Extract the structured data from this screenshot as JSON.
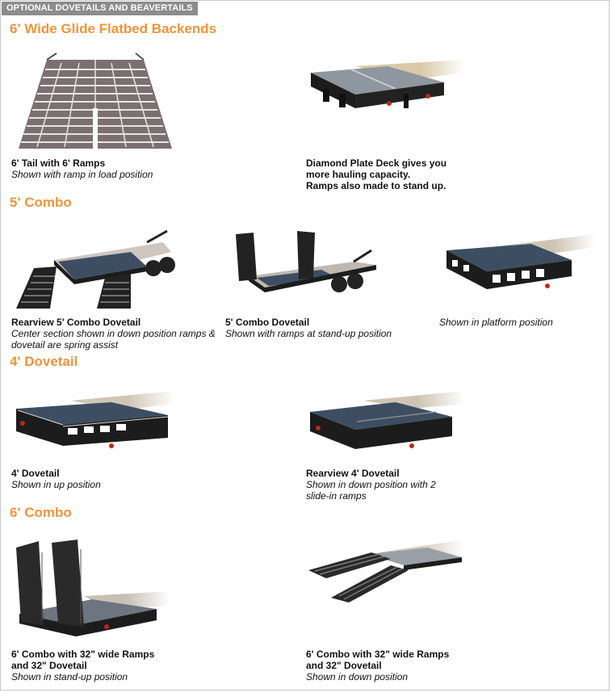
{
  "header": {
    "title": "OPTIONAL DOVETAILS AND BEAVERTAILS"
  },
  "sections": [
    {
      "title": "6' Wide Glide Flatbed Backends"
    },
    {
      "title": "5' Combo"
    },
    {
      "title": "4' Dovetail"
    },
    {
      "title": "6' Combo"
    }
  ],
  "items": {
    "tail_ramps": {
      "title": "6' Tail with 6' Ramps",
      "desc": "Shown with ramp in load position"
    },
    "diamond_plate": {
      "line1": "Diamond Plate Deck gives you",
      "line2": "more hauling capacity.",
      "line3": "Ramps also made to stand up."
    },
    "rearview5": {
      "title": "Rearview 5' Combo Dovetail",
      "desc1": "Center section shown in down position ramps &",
      "desc2": "dovetail are spring assist"
    },
    "combo5": {
      "title": "5' Combo Dovetail",
      "desc": "Shown with ramps at stand-up position"
    },
    "platform5": {
      "desc": "Shown in platform position"
    },
    "dovetail4": {
      "title": "4' Dovetail",
      "desc": "Shown in up position"
    },
    "rearview4": {
      "title": "Rearview 4' Dovetail",
      "desc1": "Shown in down position with 2",
      "desc2": "slide-in ramps"
    },
    "combo6_up": {
      "title1": "6' Combo with 32\" wide Ramps",
      "title2": "and 32\" Dovetail",
      "desc": "Shown in stand-up position"
    },
    "combo6_down": {
      "title1": "6' Combo with 32\" wide Ramps",
      "title2": "and 32\" Dovetail",
      "desc": "Shown in down position"
    }
  },
  "colors": {
    "accent": "#f0943a",
    "header_bg": "#8c8c8c",
    "trailer": "#1c1c1c",
    "deck": "#3d4e63",
    "reflector": "#c0281e"
  }
}
